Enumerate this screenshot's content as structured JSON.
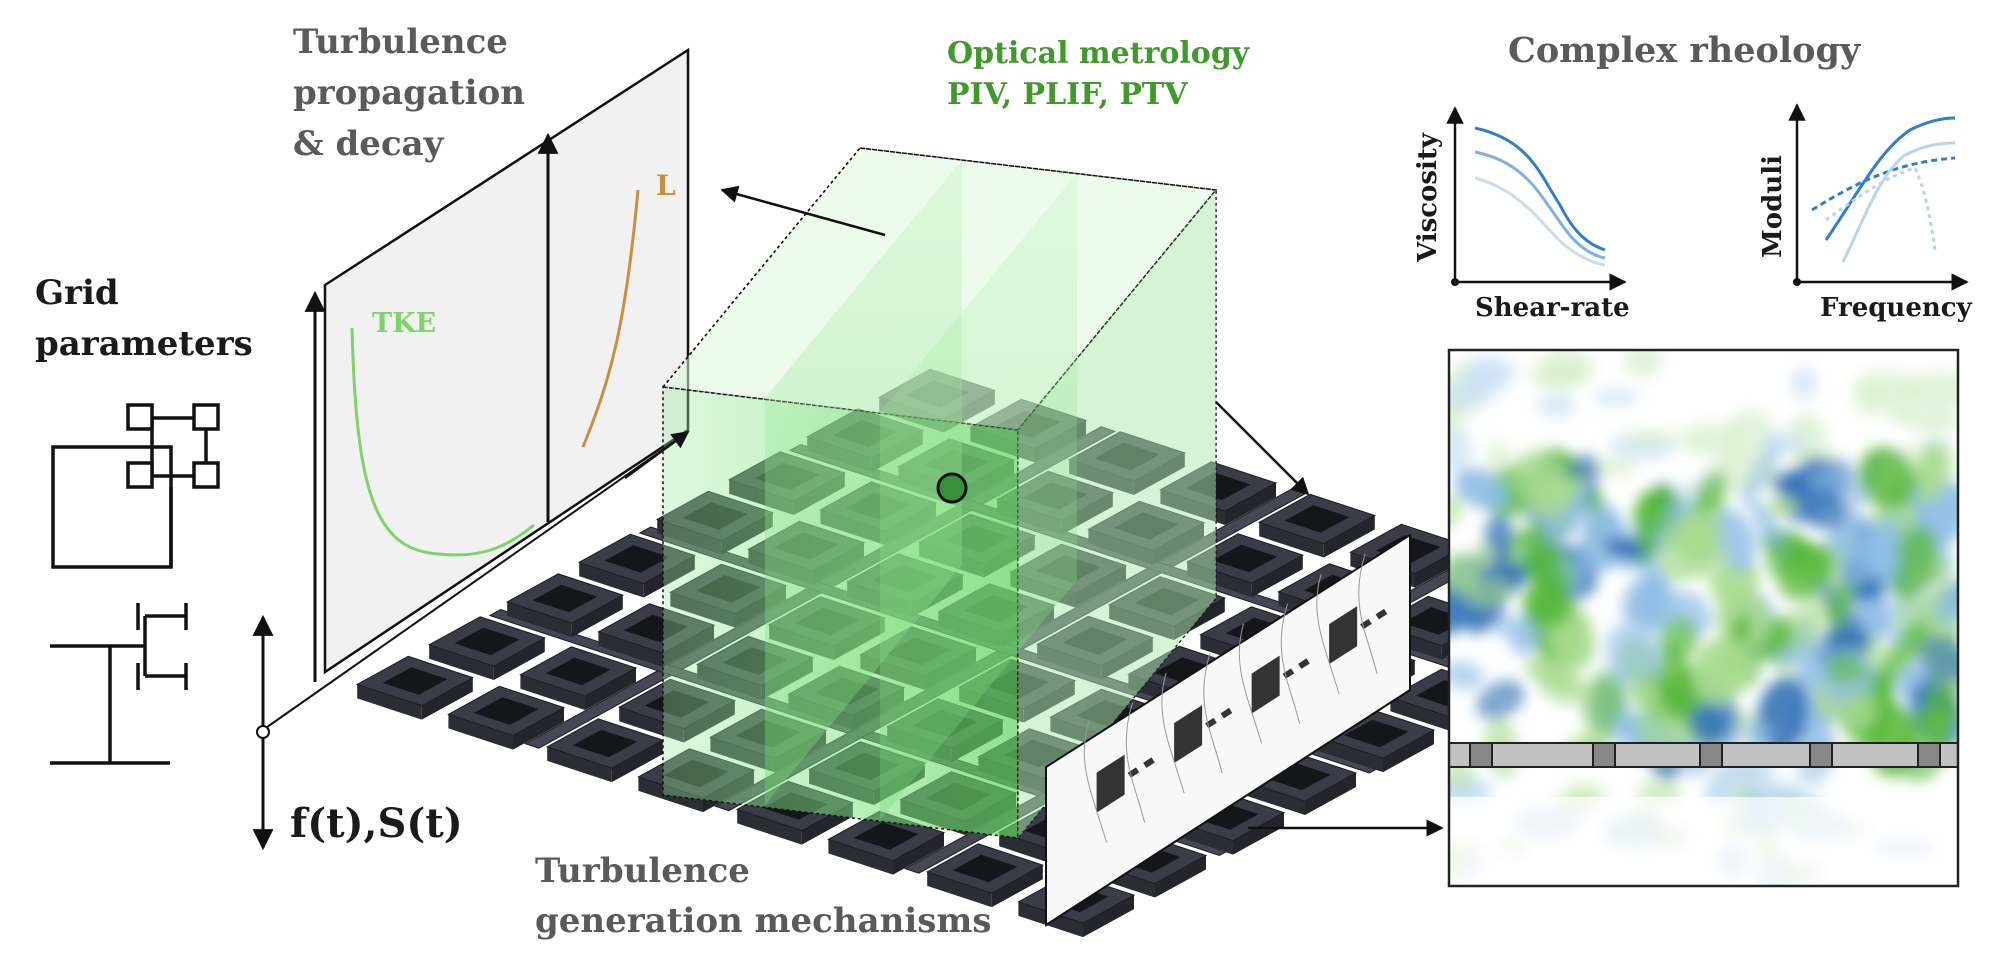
{
  "labels": {
    "propagation": [
      "Turbulence",
      "propagation",
      "& decay"
    ],
    "metrology": [
      "Optical metrology",
      "PIV, PLIF, PTV"
    ],
    "rheology_title": "Complex rheology",
    "grid_params": [
      "Grid",
      "parameters"
    ],
    "forcing": "f(t),S(t)",
    "generation": [
      "Turbulence",
      "generation mechanisms"
    ],
    "tke": "TKE",
    "length": "L",
    "viscosity_axis": "Viscosity",
    "shear_axis": "Shear-rate",
    "moduli_axis": "Moduli",
    "frequency_axis": "Frequency"
  },
  "colors": {
    "green_text": "#3f9a2c",
    "green_volume": "#7be07b",
    "tke_curve": "#7ed36a",
    "length_curve": "#c8903e",
    "rheology_blue": "#2f7fd0",
    "field_blue": "#2f6fb5",
    "field_green": "#58b83a",
    "grid_dark": "#3a3d48"
  }
}
